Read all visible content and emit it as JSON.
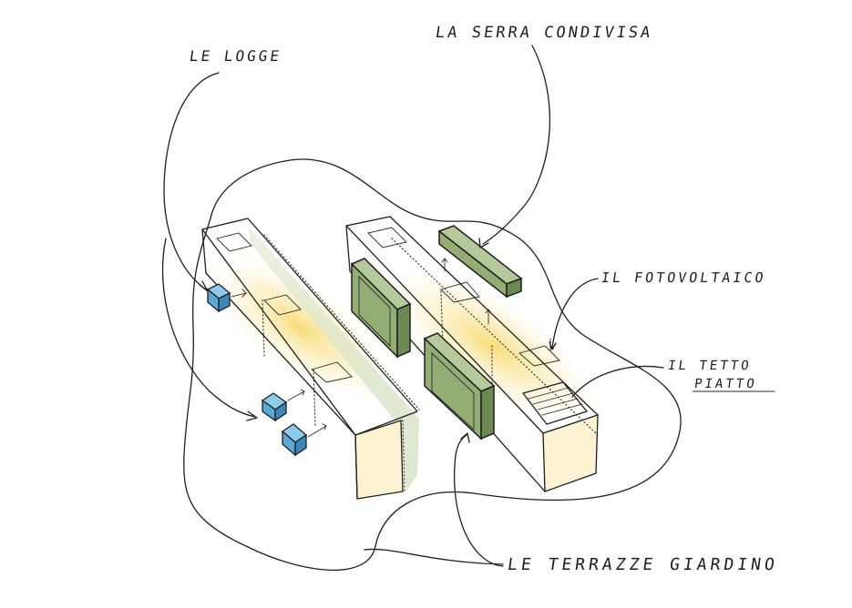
{
  "labels": {
    "logge": "LE LOGGE",
    "serra": "LA SERRA CONDIVISA",
    "fotovoltaico": "IL FOTOVOLTAICO",
    "tetto_line1": "IL TETTO",
    "tetto_line2": "PIATTO",
    "terrazze": "LE TERRAZZE GIARDINO"
  },
  "colors": {
    "ink": "#1f1f1f",
    "glow": "#f7dd7a",
    "green": "#93ad74",
    "blue": "#5aa9d6"
  }
}
